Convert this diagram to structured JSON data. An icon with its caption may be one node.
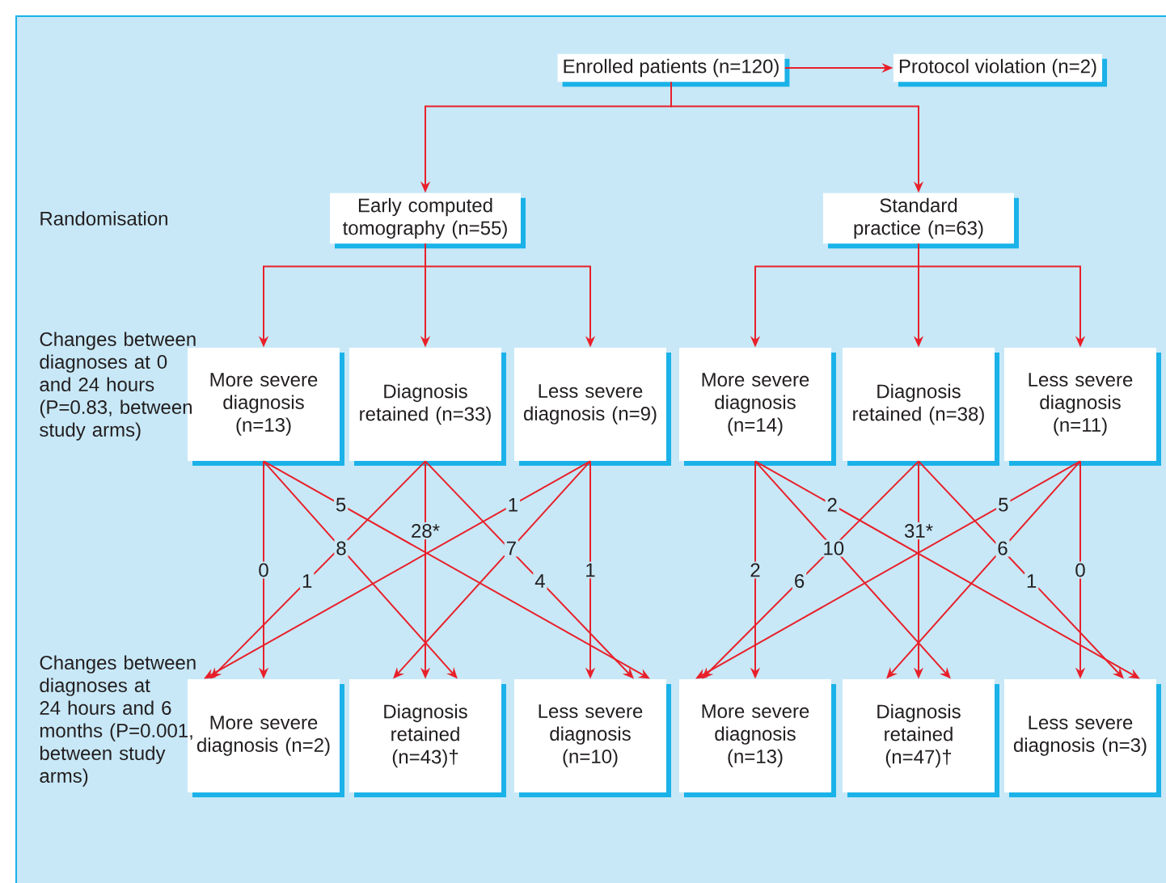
{
  "diagram": {
    "nodes": [
      {
        "text": [
          "Enrolled patients (n=120)"
        ]
      },
      {
        "text": [
          "Protocol violation (n=2)"
        ]
      },
      {
        "text": [
          "Early computed tomography (n=55)"
        ]
      },
      {
        "text": [
          "Standard practice (n=63)"
        ]
      },
      {
        "text": [
          "More severe diagnosis (n=13)"
        ]
      },
      {
        "text": [
          "Diagnosis retained (n=33)"
        ]
      },
      {
        "text": [
          "Less severe diagnosis (n=9)"
        ]
      },
      {
        "text": [
          "More severe diagnosis (n=14)"
        ]
      },
      {
        "text": [
          "Diagnosis retained (n=38)"
        ]
      },
      {
        "text": [
          "Less severe diagnosis (n=11)"
        ]
      },
      {
        "text": [
          "More severe diagnosis (n=2)"
        ]
      },
      {
        "text": [
          "Diagnosis retained (n=43)†"
        ]
      },
      {
        "text": [
          "Less severe diagnosis (n=10)"
        ]
      },
      {
        "text": [
          "More severe diagnosis (n=13)"
        ]
      },
      {
        "text": [
          "Diagnosis retained (n=47)†"
        ]
      },
      {
        "text": [
          "Less severe diagnosis (n=3)"
        ]
      }
    ],
    "edges": [
      {
        "from": 0,
        "to": 1,
        "arrow": "to"
      },
      {
        "from": 0,
        "to": 2,
        "arrow": "to"
      },
      {
        "from": 0,
        "to": 3,
        "arrow": "to"
      },
      {
        "from": 2,
        "to": 4,
        "arrow": "to"
      },
      {
        "from": 2,
        "to": 5,
        "arrow": "to"
      },
      {
        "from": 2,
        "to": 6,
        "arrow": "to"
      },
      {
        "from": 3,
        "to": 7,
        "arrow": "to"
      },
      {
        "from": 3,
        "to": 8,
        "arrow": "to"
      },
      {
        "from": 3,
        "to": 9,
        "arrow": "to"
      },
      {
        "from": 4,
        "to": 10,
        "arrow": "to",
        "label": "0"
      },
      {
        "from": 4,
        "to": 11,
        "arrow": "to",
        "label": "8"
      },
      {
        "from": 4,
        "to": 12,
        "arrow": "to",
        "label": "5"
      },
      {
        "from": 5,
        "to": 10,
        "arrow": "to",
        "label": "1"
      },
      {
        "from": 5,
        "to": 11,
        "arrow": "to",
        "label": "28*"
      },
      {
        "from": 5,
        "to": 12,
        "arrow": "to",
        "label": "4"
      },
      {
        "from": 6,
        "to": 10,
        "arrow": "to",
        "label": "1"
      },
      {
        "from": 6,
        "to": 11,
        "arrow": "to",
        "label": "7"
      },
      {
        "from": 6,
        "to": 12,
        "arrow": "to",
        "label": "1"
      },
      {
        "from": 7,
        "to": 13,
        "arrow": "to",
        "label": "2"
      },
      {
        "from": 7,
        "to": 14,
        "arrow": "to",
        "label": "10"
      },
      {
        "from": 7,
        "to": 15,
        "arrow": "to",
        "label": "2"
      },
      {
        "from": 8,
        "to": 13,
        "arrow": "to",
        "label": "6"
      },
      {
        "from": 8,
        "to": 14,
        "arrow": "to",
        "label": "31*"
      },
      {
        "from": 8,
        "to": 15,
        "arrow": "to",
        "label": "1"
      },
      {
        "from": 9,
        "to": 13,
        "arrow": "to",
        "label": "5"
      },
      {
        "from": 9,
        "to": 14,
        "arrow": "to",
        "label": "6"
      },
      {
        "from": 9,
        "to": 15,
        "arrow": "to",
        "label": "0"
      }
    ],
    "labels": [
      "Randomisation",
      "Changes between diagnoses at 0 and 24 hours (P=0.83, between study arms)",
      "Changes between diagnoses at 24 hours and 6 months (P=0.001, between study arms)"
    ]
  }
}
